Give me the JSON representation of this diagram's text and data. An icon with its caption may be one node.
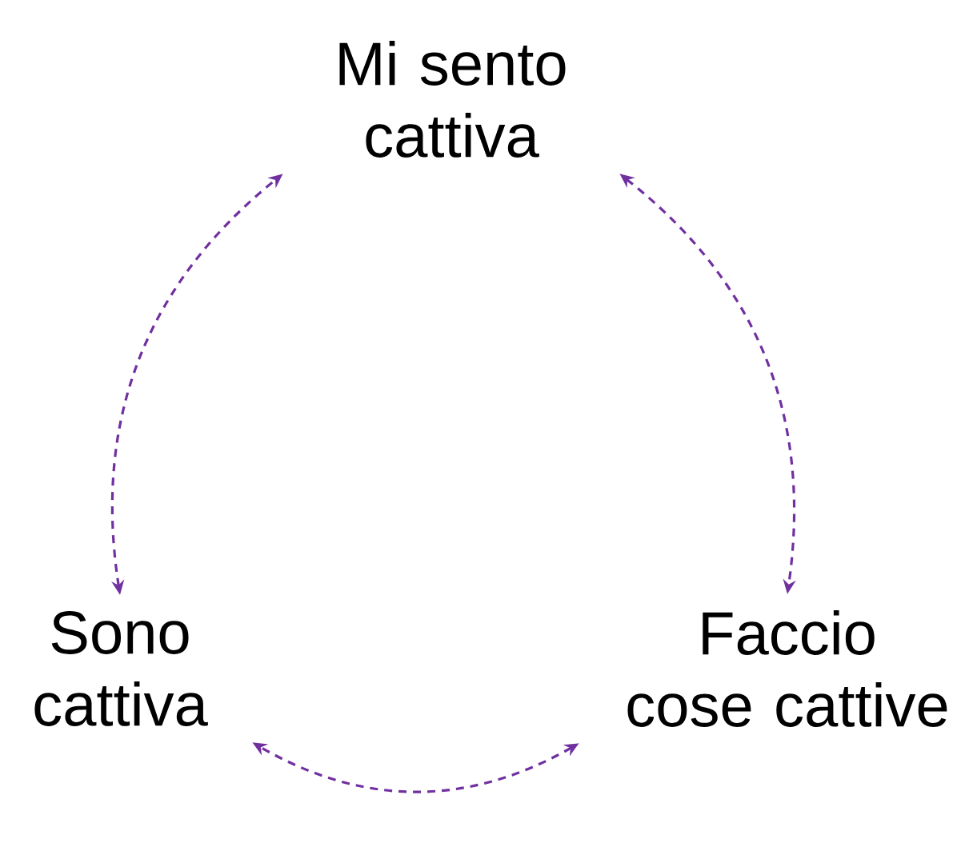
{
  "diagram": {
    "nodes": [
      {
        "text": [
          "Mi sento cattiva"
        ]
      },
      {
        "text": [
          "Faccio cose cattive"
        ]
      },
      {
        "text": [
          "Sono cattiva"
        ]
      }
    ],
    "edges": [
      {
        "from": 0,
        "to": 1,
        "arrow": "both",
        "style": "dashed",
        "color": "#7030a0"
      },
      {
        "from": 1,
        "to": 2,
        "arrow": "both",
        "style": "dashed",
        "color": "#7030a0"
      },
      {
        "from": 2,
        "to": 0,
        "arrow": "both",
        "style": "dashed",
        "color": "#7030a0"
      }
    ]
  }
}
